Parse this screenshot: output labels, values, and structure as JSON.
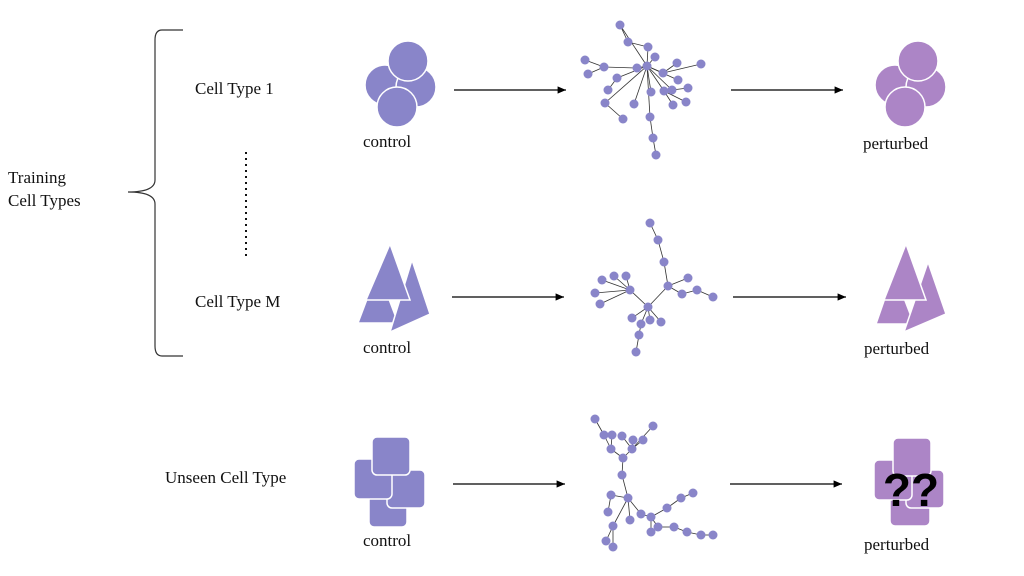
{
  "labels": {
    "training_line1": "Training",
    "training_line2": "Cell Types",
    "cell_type_1": "Cell Type 1",
    "cell_type_m": "Cell Type M",
    "unseen": "Unseen Cell Type"
  },
  "rows": [
    {
      "left_label": "control",
      "right_label": "perturbed"
    },
    {
      "left_label": "control",
      "right_label": "perturbed"
    },
    {
      "left_label": "control",
      "right_label": "perturbed",
      "unknown_mark": "??"
    }
  ],
  "colors": {
    "control": "#8985c9",
    "perturbed": "#ac85c6",
    "network_node": "#8985c9",
    "network_edge": "#333333",
    "arrow": "#000000"
  },
  "icons": {
    "row1_cells": "overlapping-circles-icon",
    "row2_cells": "overlapping-triangles-icon",
    "row3_cells": "overlapping-rounded-squares-icon",
    "network": "gene-network-icon"
  }
}
